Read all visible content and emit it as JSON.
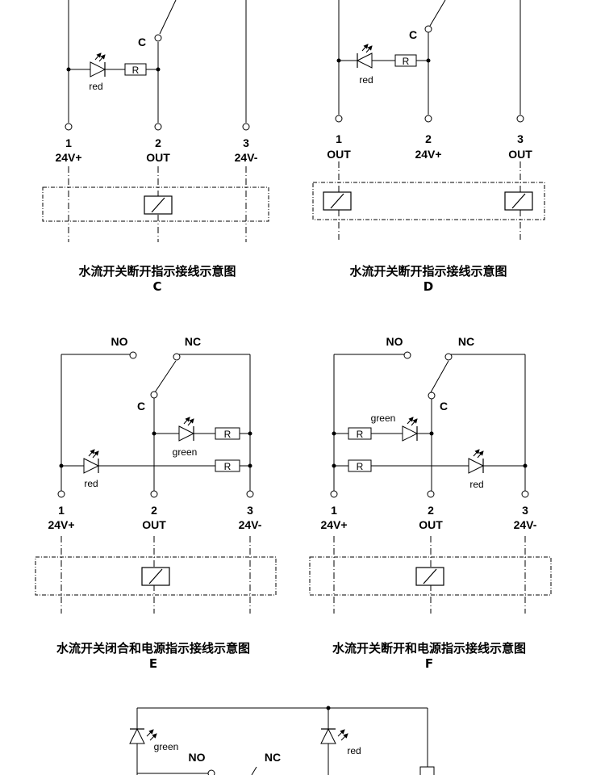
{
  "diagrams": [
    {
      "id": "C",
      "terminals": [
        {
          "num": "1",
          "label": "24V+"
        },
        {
          "num": "2",
          "label": "OUT"
        },
        {
          "num": "3",
          "label": "24V-"
        }
      ],
      "contact": "C",
      "led": "red",
      "resistor": "R",
      "caption": "水流开关断开指示接线示意图",
      "letter": "C"
    },
    {
      "id": "D",
      "terminals": [
        {
          "num": "1",
          "label": "OUT"
        },
        {
          "num": "2",
          "label": "24V+"
        },
        {
          "num": "3",
          "label": "OUT"
        }
      ],
      "contact": "C",
      "led": "red",
      "resistor": "R",
      "caption": "水流开关断开指示接线示意图",
      "letter": "D"
    },
    {
      "id": "E",
      "no": "NO",
      "nc": "NC",
      "contact": "C",
      "leds": [
        "green",
        "red"
      ],
      "resistor": "R",
      "terminals": [
        {
          "num": "1",
          "label": "24V+"
        },
        {
          "num": "2",
          "label": "OUT"
        },
        {
          "num": "3",
          "label": "24V-"
        }
      ],
      "caption": "水流开关闭合和电源指示接线示意图",
      "letter": "E"
    },
    {
      "id": "F",
      "no": "NO",
      "nc": "NC",
      "contact": "C",
      "leds": [
        "green",
        "red"
      ],
      "resistor": "R",
      "terminals": [
        {
          "num": "1",
          "label": "24V+"
        },
        {
          "num": "2",
          "label": "OUT"
        },
        {
          "num": "3",
          "label": "24V-"
        }
      ],
      "caption": "水流开关断开和电源指示接线示意图",
      "letter": "F"
    },
    {
      "id": "G",
      "no": "NO",
      "nc": "NC",
      "leds": [
        "green",
        "red"
      ]
    }
  ]
}
